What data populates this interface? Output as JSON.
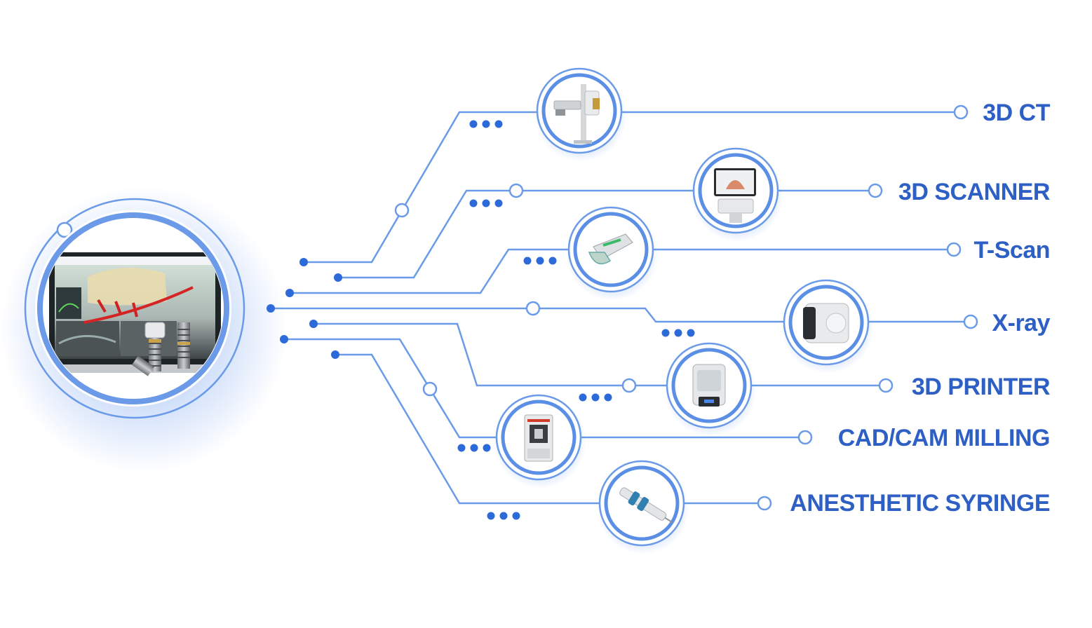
{
  "colors": {
    "line": "#6b9be8",
    "label": "#2d5fc4",
    "ring": "#8fb5f0",
    "hub_glow": "#4d86ea",
    "screen": "#dce8e2"
  },
  "hub": {
    "name": "dental-planning-software-laptop",
    "icon": "laptop-icon"
  },
  "devices": [
    {
      "label": "3D CT",
      "icon": "ct-scanner-icon"
    },
    {
      "label": "3D SCANNER",
      "icon": "intraoral-scanner-icon"
    },
    {
      "label": "T-Scan",
      "icon": "t-scan-sensor-icon"
    },
    {
      "label": "X-ray",
      "icon": "portable-xray-icon"
    },
    {
      "label": "3D PRINTER",
      "icon": "3d-printer-icon"
    },
    {
      "label": "CAD/CAM MILLING",
      "icon": "milling-machine-icon"
    },
    {
      "label": "ANESTHETIC SYRINGE",
      "icon": "syringe-icon"
    }
  ]
}
